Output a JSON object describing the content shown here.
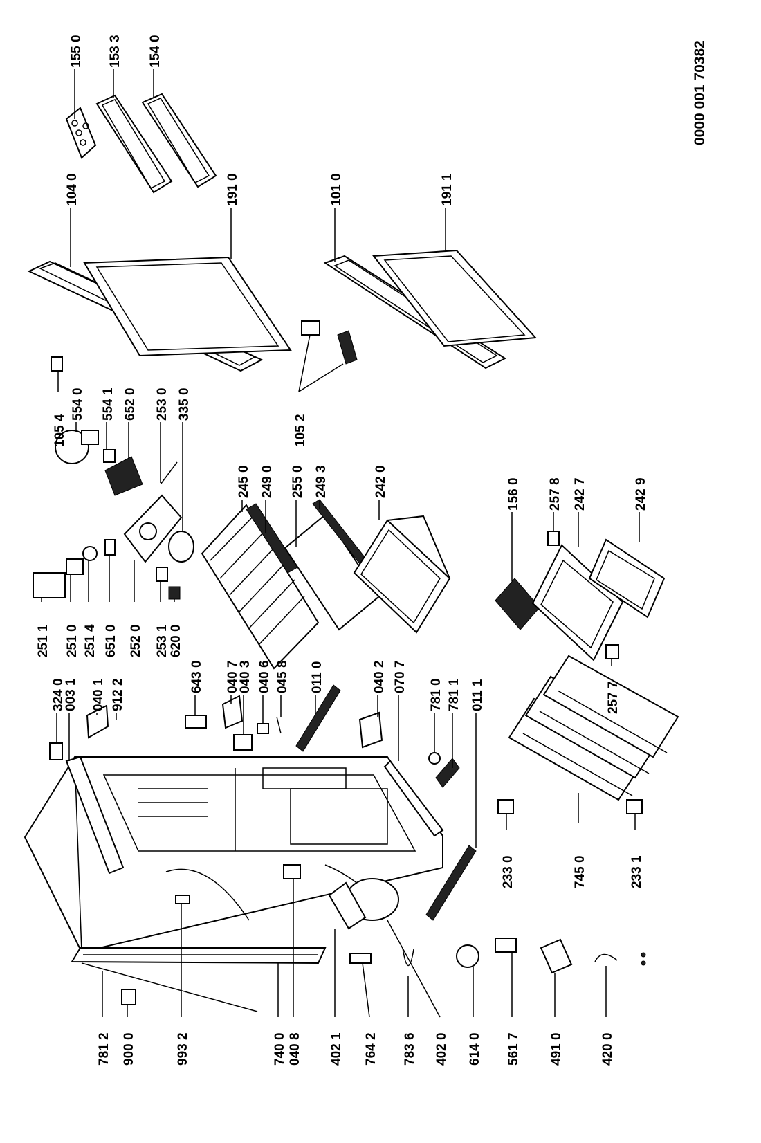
{
  "document_code": "0000 001 70382",
  "part_labels": [
    "155 0",
    "153 3",
    "154 0",
    "104 0",
    "191 0",
    "101 0",
    "191 1",
    "105 4",
    "554 0",
    "554 1",
    "652 0",
    "253 0",
    "335 0",
    "105 2",
    "245 0",
    "249 0",
    "255 0",
    "249 3",
    "242 0",
    "156 0",
    "257 8",
    "242 7",
    "242 9",
    "257 7",
    "251 1",
    "251 0",
    "251 4",
    "651 0",
    "252 0",
    "253 1",
    "620 0",
    "324 0",
    "003 1",
    "040 1",
    "912 2",
    "643 0",
    "040 7",
    "040 3",
    "040 6",
    "045 8",
    "011 0",
    "040 2",
    "070 7",
    "781 0",
    "781 1",
    "011 1",
    "233 0",
    "745 0",
    "233 1",
    "781 2",
    "900 0",
    "993 2",
    "740 0",
    "040 8",
    "402 1",
    "764 2",
    "783 6",
    "402 0",
    "614 0",
    "561 7",
    "491 0",
    "420 0"
  ]
}
